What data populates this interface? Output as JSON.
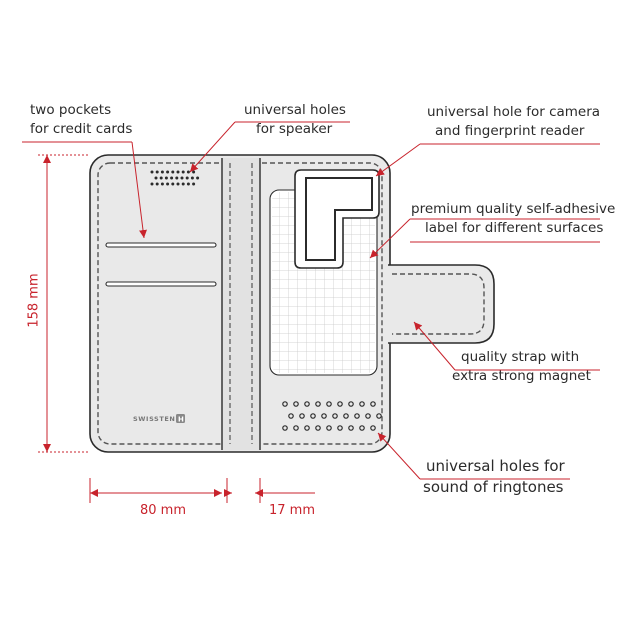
{
  "callouts": {
    "pockets": [
      "two pockets",
      "for credit cards"
    ],
    "speaker": [
      "universal holes",
      "for speaker"
    ],
    "camera": [
      "universal hole for camera",
      "and fingerprint reader"
    ],
    "label": [
      "premium quality self-adhesive",
      "label for different surfaces"
    ],
    "strap": [
      "quality strap with",
      "extra strong magnet"
    ],
    "ringtones": [
      "universal holes for",
      "sound of ringtones"
    ]
  },
  "dimensions": {
    "height": "158 mm",
    "width": "80 mm",
    "spine": "17 mm"
  },
  "brand": {
    "text": "SWISSTEN",
    "mark": "H"
  },
  "colors": {
    "case_fill": "#e9e9e9",
    "case_outline": "#2b2b2b",
    "accent": "#c8232c",
    "stitch": "#555555"
  }
}
